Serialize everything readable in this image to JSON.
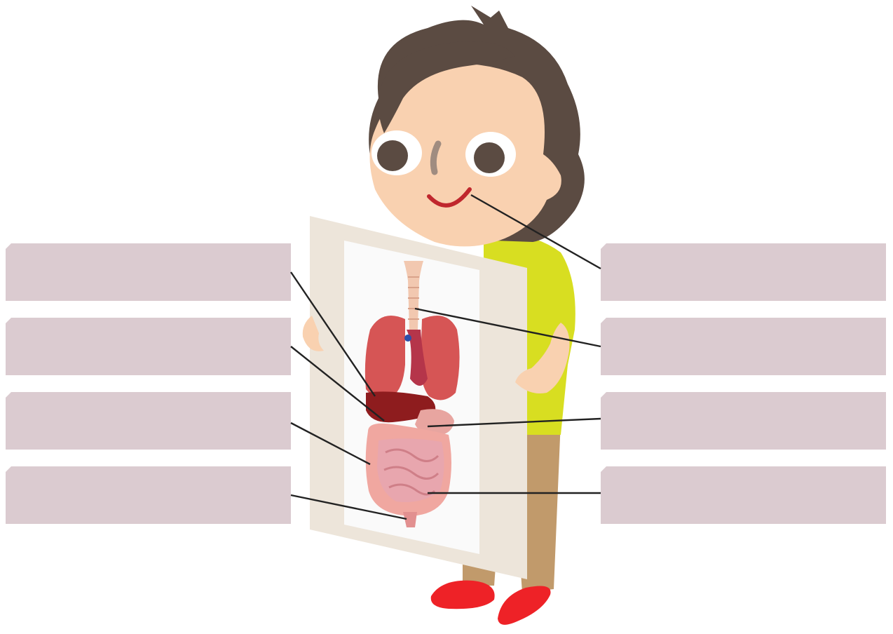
{
  "colors": {
    "background": "#ffffff",
    "label_box": "#dbcbd0",
    "board_frame": "#ede5da",
    "board_inner": "#fafafa",
    "hair": "#5b4b42",
    "skin": "#f9d1b0",
    "shirt": "#d8de21",
    "pants": "#c19a6b",
    "shoes": "#ee2227",
    "mouth": "#c0272d",
    "leader_line": "#222222"
  },
  "illustration": {
    "subject": "boy-holding-anatomy-poster",
    "icons": [
      "mouth",
      "trachea",
      "lungs",
      "liver",
      "stomach",
      "large-intestine",
      "small-intestine",
      "rectum"
    ]
  },
  "labels": {
    "left": [
      {
        "id": "left-1",
        "text": ""
      },
      {
        "id": "left-2",
        "text": ""
      },
      {
        "id": "left-3",
        "text": ""
      },
      {
        "id": "left-4",
        "text": ""
      }
    ],
    "right": [
      {
        "id": "right-1",
        "text": ""
      },
      {
        "id": "right-2",
        "text": ""
      },
      {
        "id": "right-3",
        "text": ""
      },
      {
        "id": "right-4",
        "text": ""
      }
    ]
  }
}
